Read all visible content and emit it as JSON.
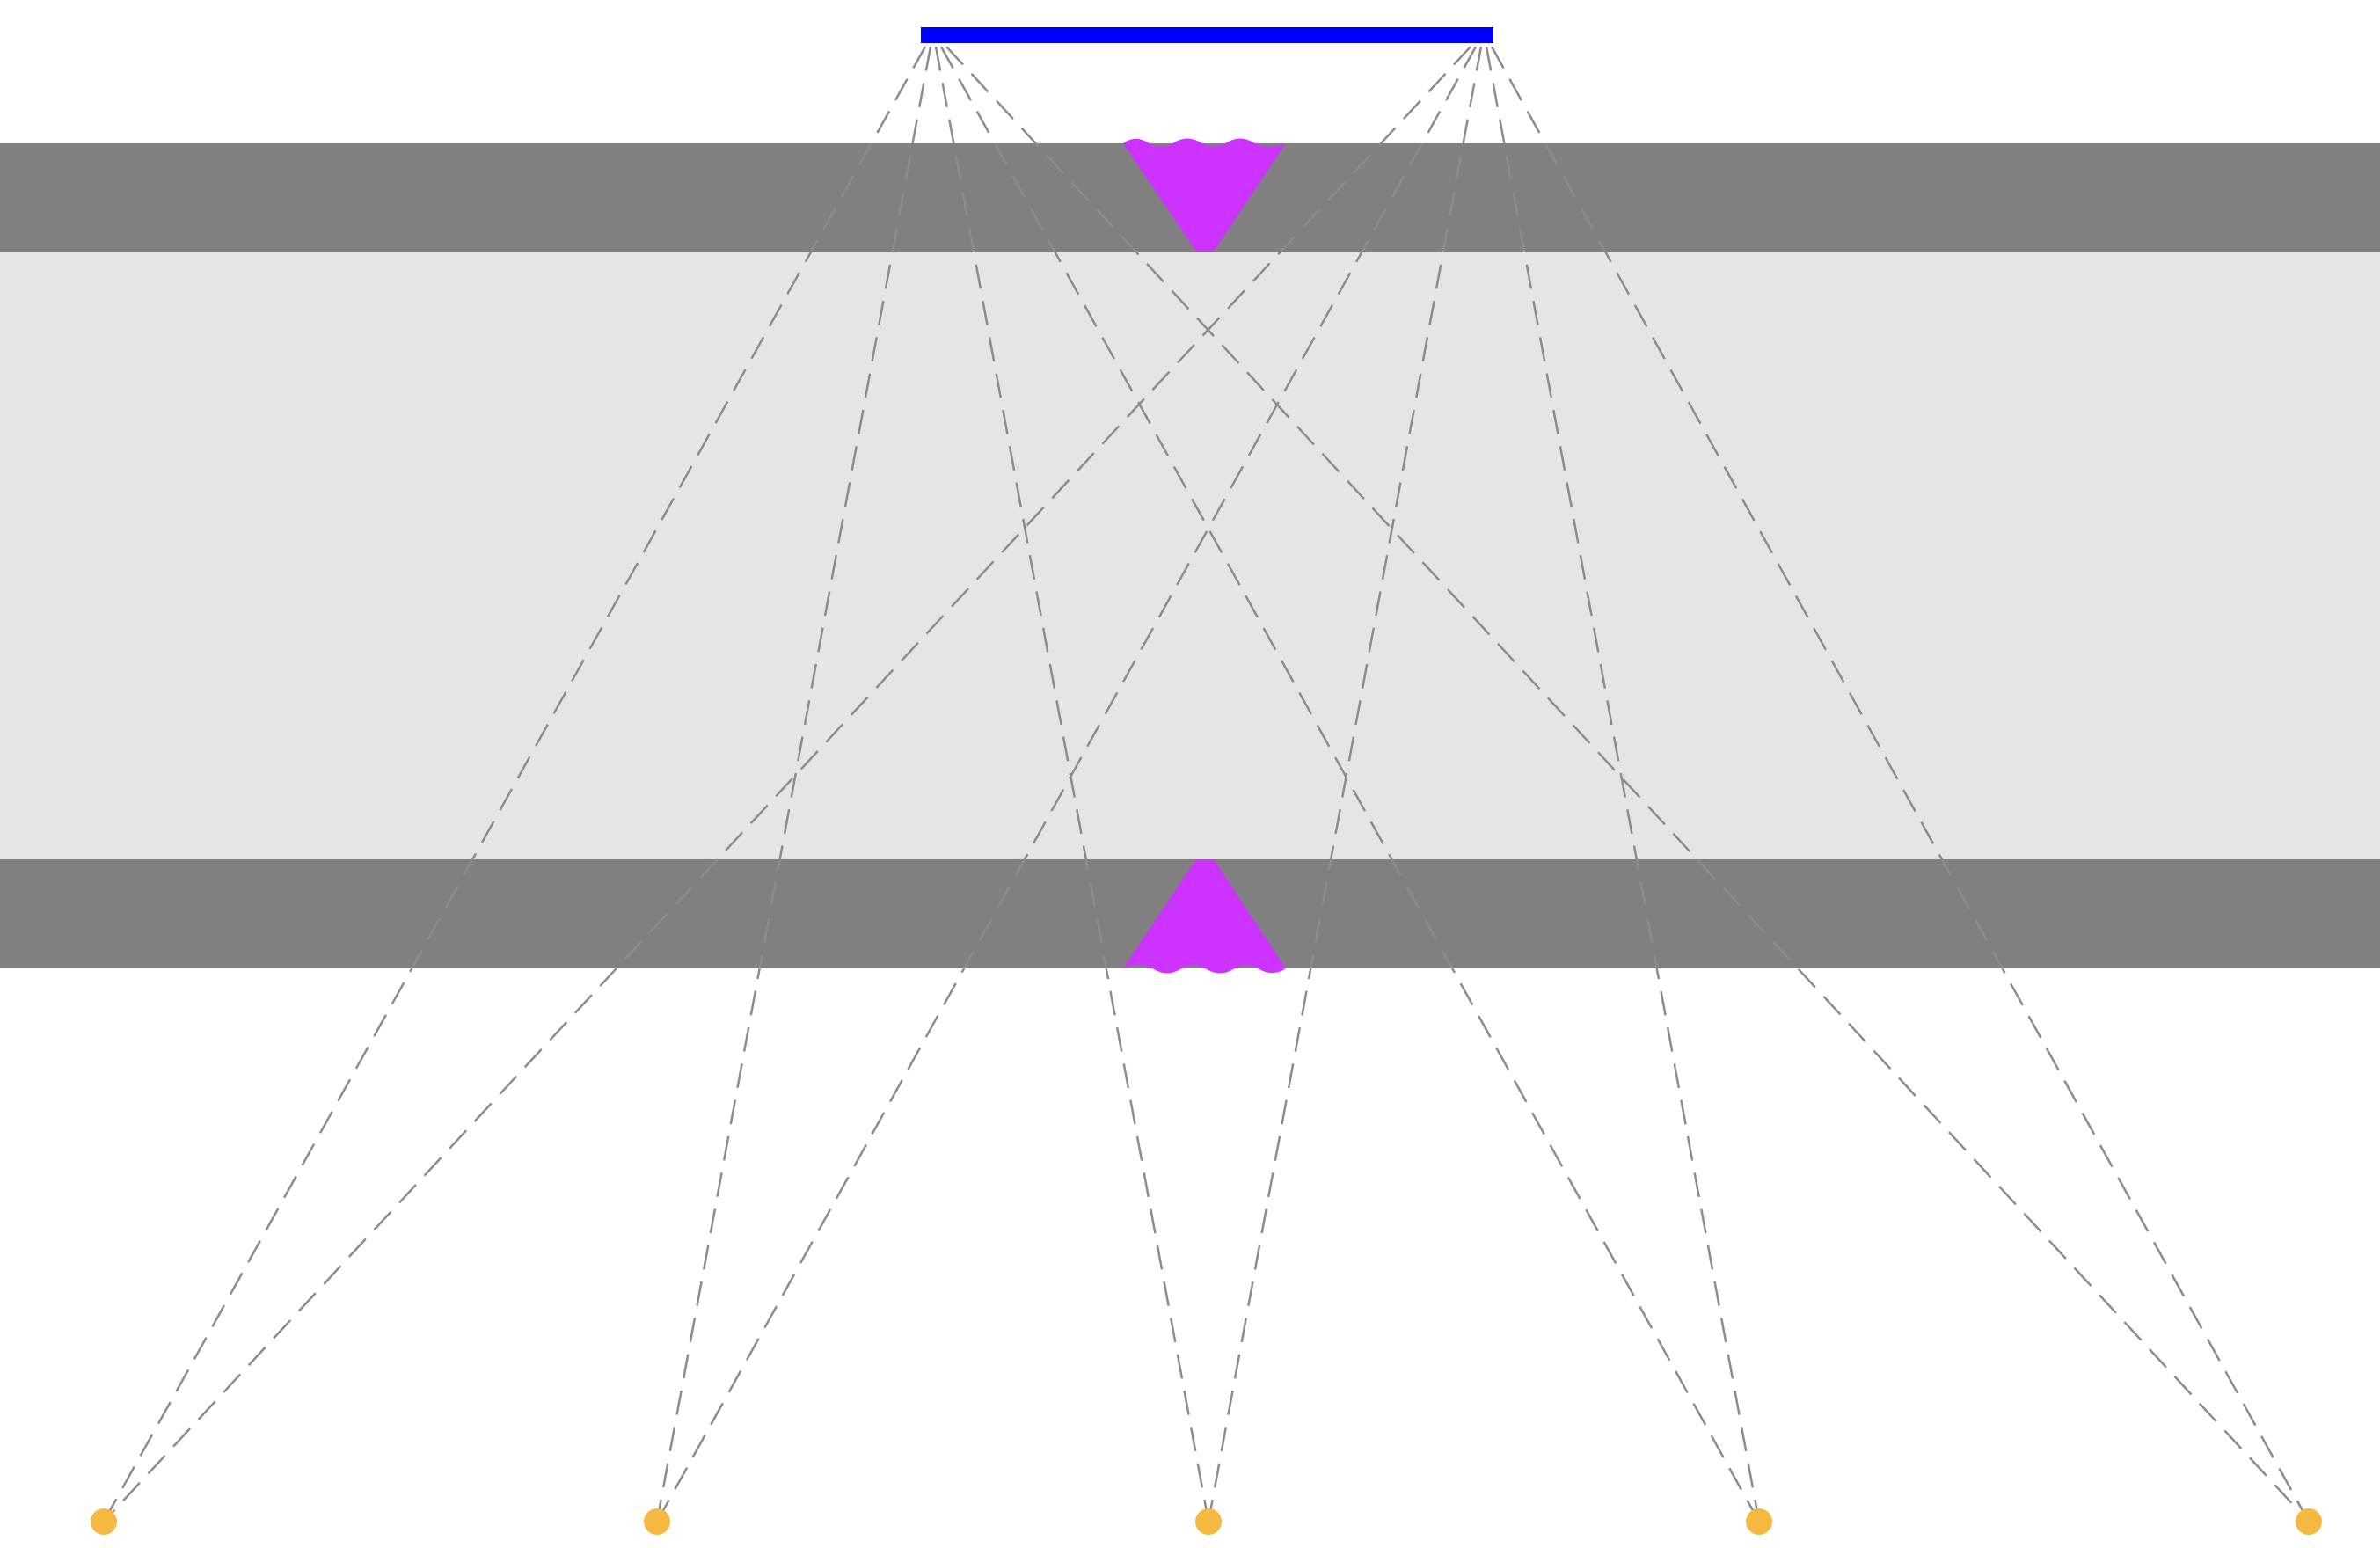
{
  "colors": {
    "background": "#ffffff",
    "band_light": "#e5e5e5",
    "band_dark": "#808080",
    "bar": "#0000ff",
    "triangle": "#cc33ff",
    "ray": "#8c8c8c",
    "point": "#f5b942"
  },
  "elements": {
    "top_bar": "blue-bar",
    "bands": [
      "upper-gray-band",
      "light-gray-region",
      "lower-gray-band"
    ],
    "triangles": [
      "upper-magenta-triangle",
      "lower-magenta-triangle"
    ],
    "points_count": 5,
    "rays_per_point": 2,
    "ray_style": "dashed"
  }
}
